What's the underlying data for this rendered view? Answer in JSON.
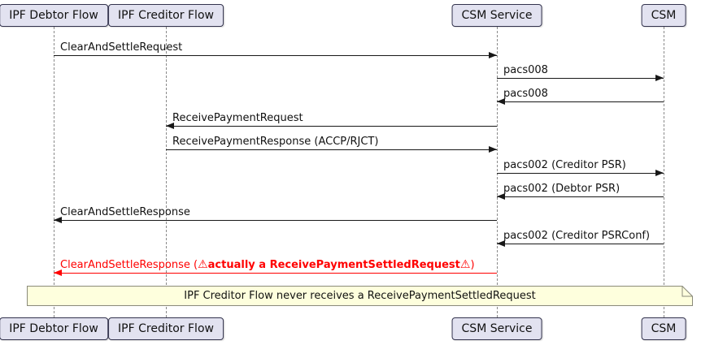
{
  "diagram": {
    "type": "sequence-diagram",
    "participants": [
      {
        "name": "IPF Debtor Flow"
      },
      {
        "name": "IPF Creditor Flow"
      },
      {
        "name": "CSM Service"
      },
      {
        "name": "CSM"
      }
    ],
    "messages": [
      {
        "label": "ClearAndSettleRequest",
        "from": "IPF Debtor Flow",
        "to": "CSM Service",
        "style": "normal"
      },
      {
        "label": "pacs008",
        "from": "CSM Service",
        "to": "CSM",
        "style": "normal"
      },
      {
        "label": "pacs008",
        "from": "CSM",
        "to": "CSM Service",
        "style": "normal"
      },
      {
        "label": "ReceivePaymentRequest",
        "from": "CSM Service",
        "to": "IPF Creditor Flow",
        "style": "normal"
      },
      {
        "label": "ReceivePaymentResponse (ACCP/RJCT)",
        "from": "IPF Creditor Flow",
        "to": "CSM Service",
        "style": "normal"
      },
      {
        "label": "pacs002 (Creditor PSR)",
        "from": "CSM Service",
        "to": "CSM",
        "style": "normal"
      },
      {
        "label": "pacs002 (Debtor PSR)",
        "from": "CSM",
        "to": "CSM Service",
        "style": "normal"
      },
      {
        "label": "ClearAndSettleResponse",
        "from": "CSM Service",
        "to": "IPF Debtor Flow",
        "style": "normal"
      },
      {
        "label": "pacs002 (Creditor PSRConf)",
        "from": "CSM",
        "to": "CSM Service",
        "style": "normal"
      },
      {
        "from": "CSM Service",
        "to": "IPF Debtor Flow",
        "style": "error",
        "parts": {
          "prefix": "ClearAndSettleResponse (",
          "warning_icon": "⚠",
          "bold": "actually a ReceivePaymentSettledRequest",
          "suffix": ")"
        }
      }
    ],
    "note": {
      "text": "IPF Creditor Flow never receives a ReceivePaymentSettledRequest"
    },
    "colors": {
      "participant_fill": "#E2E2F0",
      "participant_border": "#33334d",
      "arrow": "#181818",
      "error": "#FF0000",
      "note_fill": "#FEFFDD",
      "note_border": "#8a8a7a",
      "lifeline": "#8a8a8a"
    }
  }
}
